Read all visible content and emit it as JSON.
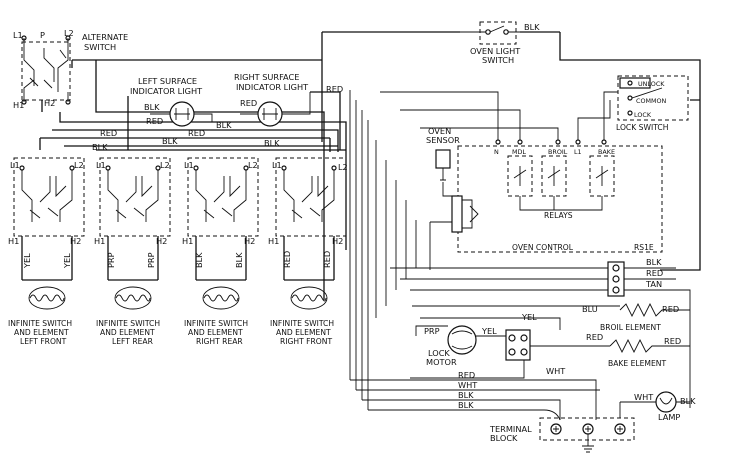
{
  "labels": {
    "l1": "L1",
    "l2": "L2",
    "p": "P",
    "h1": "H1",
    "h2": "H2",
    "blk": "BLK",
    "red": "RED",
    "yel": "YEL",
    "prp": "PRP",
    "wht": "WHT",
    "blu": "BLU",
    "tan": "TAN",
    "n": "N",
    "mdl": "MDL",
    "broil": "BROIL",
    "l1b": "L1",
    "bake": "BAKE",
    "unlock": "UNLOCK",
    "common": "COMMON",
    "lock": "LOCK"
  },
  "titles": {
    "alternate_switch": [
      "ALTERNATE",
      "SWITCH"
    ],
    "left_indicator": [
      "LEFT SURFACE",
      "INDICATOR LIGHT"
    ],
    "right_indicator": [
      "RIGHT SURFACE",
      "INDICATOR LIGHT"
    ],
    "oven_light_switch": [
      "OVEN LIGHT",
      "SWITCH"
    ],
    "lock_switch": "LOCK SWITCH",
    "oven_sensor": [
      "OVEN",
      "SENSOR"
    ],
    "relays": "RELAYS",
    "oven_control": "OVEN CONTROL",
    "rs1e": "RS1E",
    "broil_element": "BROIL ELEMENT",
    "bake_element": "BAKE ELEMENT",
    "lock_motor": [
      "LOCK",
      "MOTOR"
    ],
    "terminal_block": [
      "TERMINAL",
      "BLOCK"
    ],
    "lamp": "LAMP",
    "inf_lf": [
      "INFINITE SWITCH",
      "AND ELEMENT",
      "LEFT FRONT"
    ],
    "inf_lr": [
      "INFINITE SWITCH",
      "AND ELEMENT",
      "LEFT REAR"
    ],
    "inf_rr": [
      "INFINITE SWITCH",
      "AND ELEMENT",
      "RIGHT REAR"
    ],
    "inf_rf": [
      "INFINITE SWITCH",
      "AND ELEMENT",
      "RIGHT FRONT"
    ]
  }
}
